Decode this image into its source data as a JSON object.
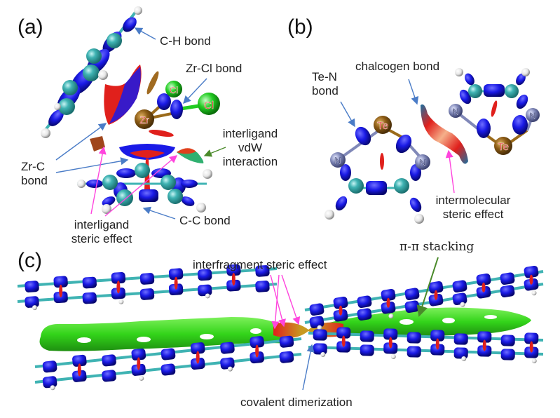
{
  "figure": {
    "panels": [
      {
        "id": "a",
        "label": "(a)",
        "annotations": {
          "ch_bond": "C-H bond",
          "zrcl_bond": "Zr-Cl bond",
          "zrc_bond_1": "Zr-C",
          "zrc_bond_2": "bond",
          "vdw_1": "interligand",
          "vdw_2": "vdW",
          "vdw_3": "interaction",
          "cc_bond": "C-C bond",
          "steric_1": "interligand",
          "steric_2": "steric effect"
        },
        "atoms": {
          "zr": "Zr",
          "cl": "Cl"
        }
      },
      {
        "id": "b",
        "label": "(b)",
        "annotations": {
          "ten_1": "Te-N",
          "ten_2": "bond",
          "chalcogen": "chalcogen bond",
          "inter_1": "intermolecular",
          "inter_2": "steric effect"
        },
        "atoms": {
          "te": "Te",
          "n": "N"
        }
      },
      {
        "id": "c",
        "label": "(c)",
        "annotations": {
          "interfragment": "interfragment steric effect",
          "pipi": "π-π stacking",
          "covalent": "covalent dimerization"
        }
      }
    ],
    "colors": {
      "bond_blue": "#1a1ae6",
      "carbon_teal": "#3fb3b3",
      "hydrogen": "#f0f0f0",
      "steric_red": "#e0201c",
      "vdw_green": "#33d41a",
      "zr_brown": "#8a5a14",
      "cl_green": "#22cc22",
      "n_slate": "#8088b8",
      "arrow_blue": "#4a7cc7",
      "arrow_magenta": "#ff44dd",
      "arrow_green": "#4a8a2a"
    }
  }
}
